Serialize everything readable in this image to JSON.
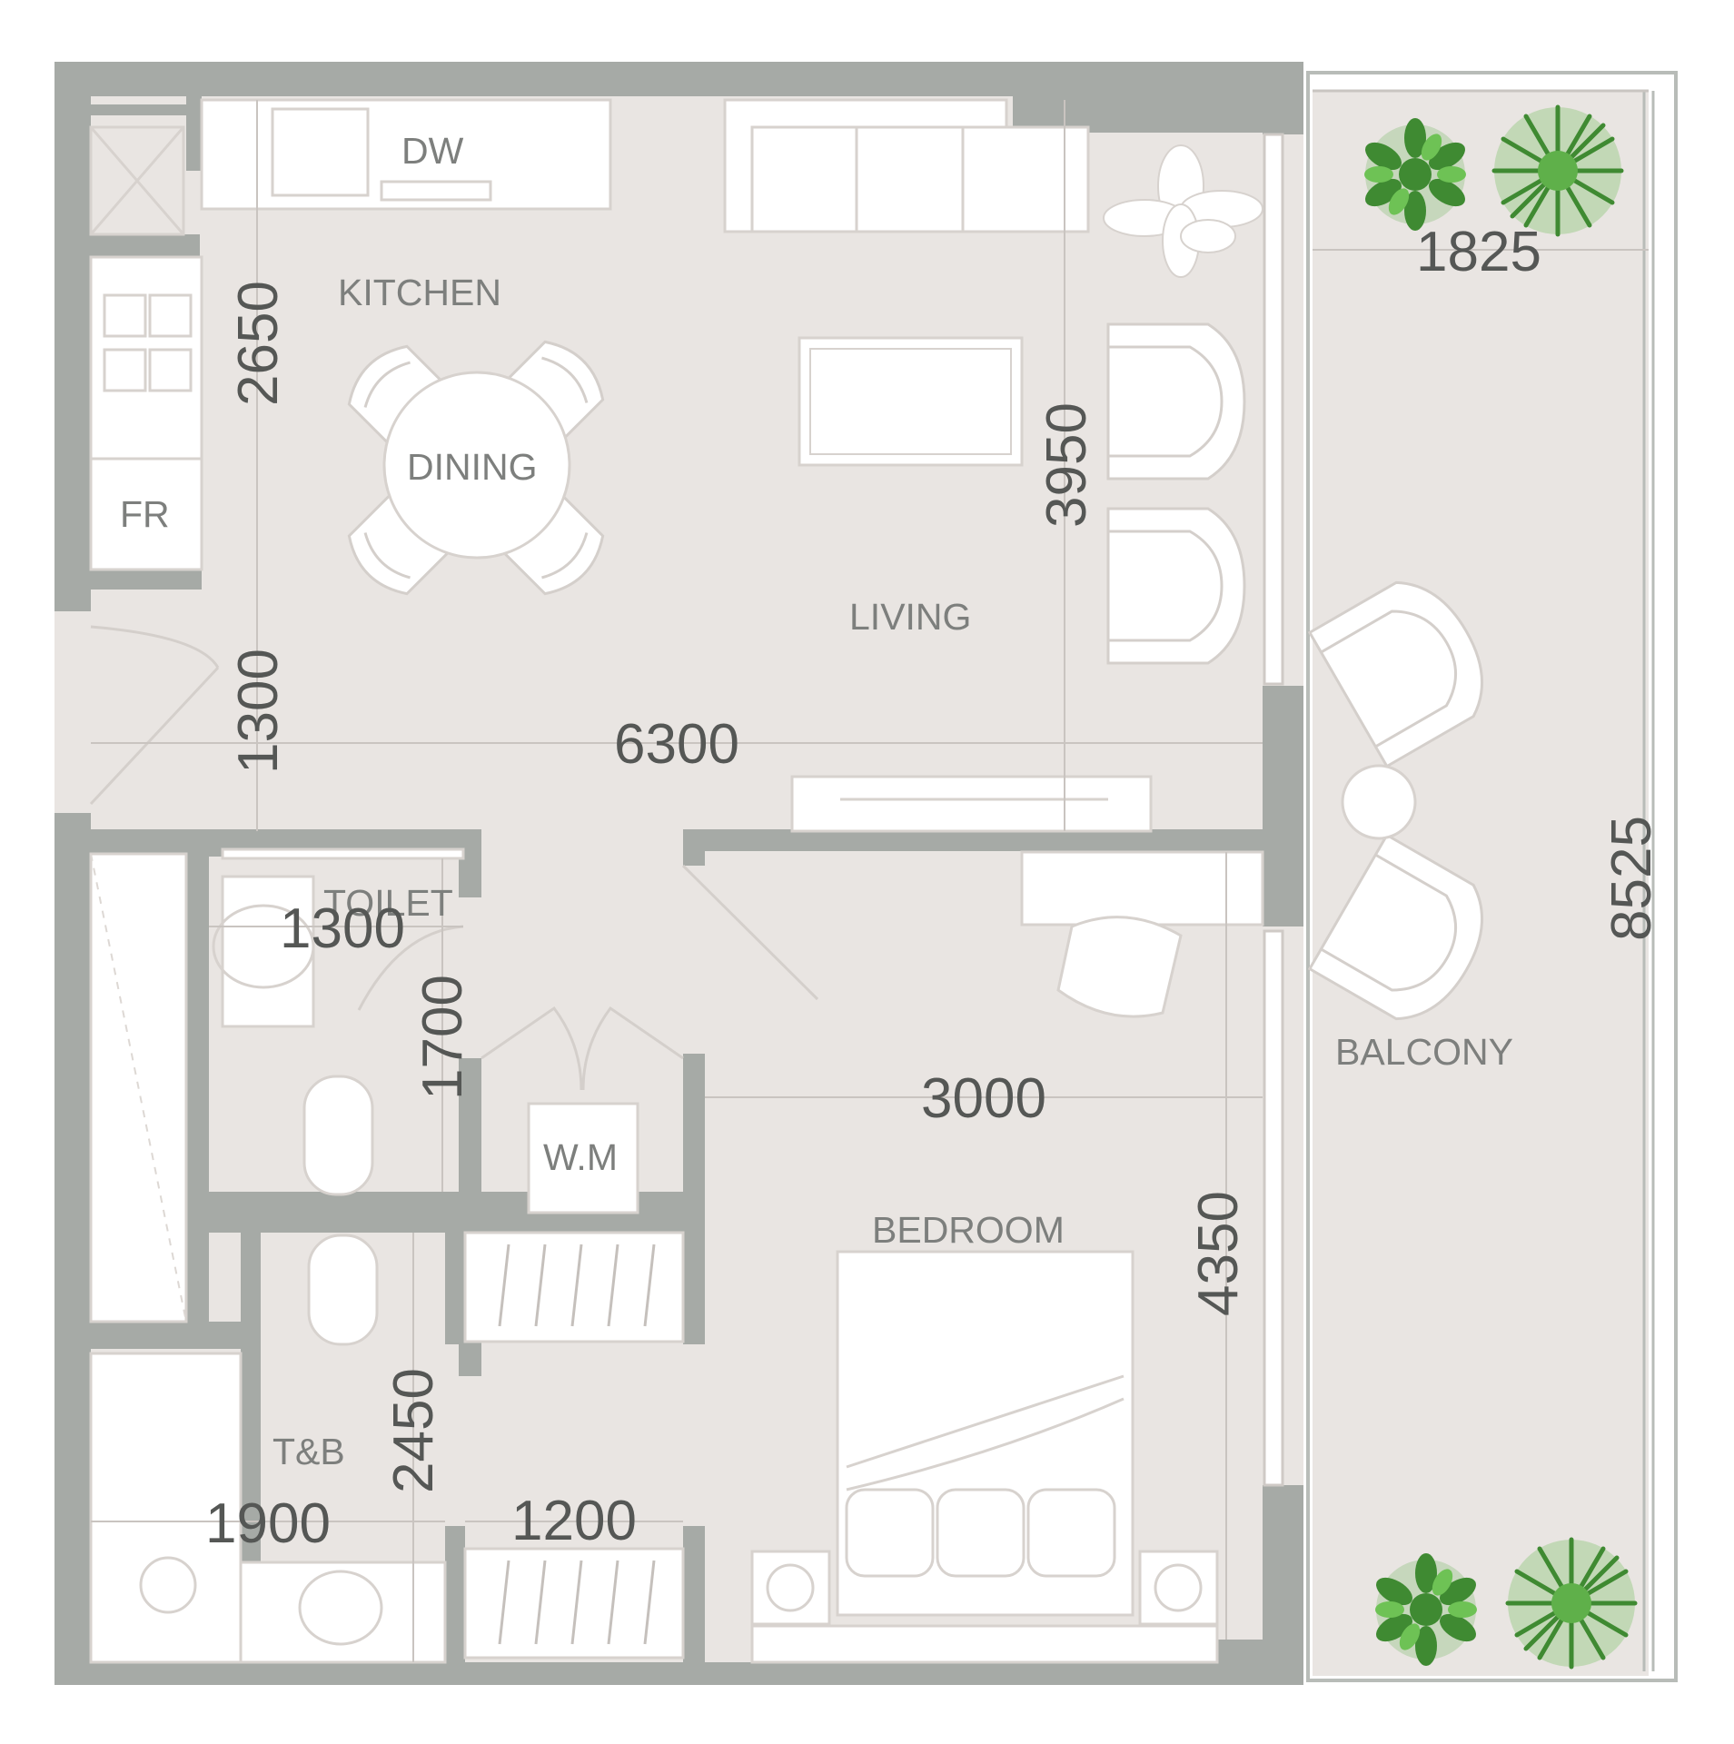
{
  "colors": {
    "floor": "#e9e5e2",
    "wall": "#a6aaa6",
    "furniture": "#ffffff",
    "line": "#cfcac6",
    "plant_dark": "#3f8a32",
    "plant_light": "#5fb04a"
  },
  "rooms": {
    "kitchen": "KITCHEN",
    "dining": "DINING",
    "living": "LIVING",
    "toilet": "TOILET",
    "bedroom": "BEDROOM",
    "balcony": "BALCONY",
    "tb": "T&B"
  },
  "fixtures": {
    "dw": "DW",
    "fr": "FR",
    "wm": "W.M"
  },
  "dimensions": {
    "kitchen_depth": "2650",
    "entry_width": "1300",
    "living_width": "6300",
    "living_depth": "3950",
    "toilet_width": "1300",
    "toilet_depth": "1700",
    "bedroom_width": "3000",
    "bedroom_depth": "4350",
    "balcony_width": "1825",
    "balcony_length": "8525",
    "tb_width": "1900",
    "tb_depth": "2450",
    "wardrobe_width": "1200"
  }
}
